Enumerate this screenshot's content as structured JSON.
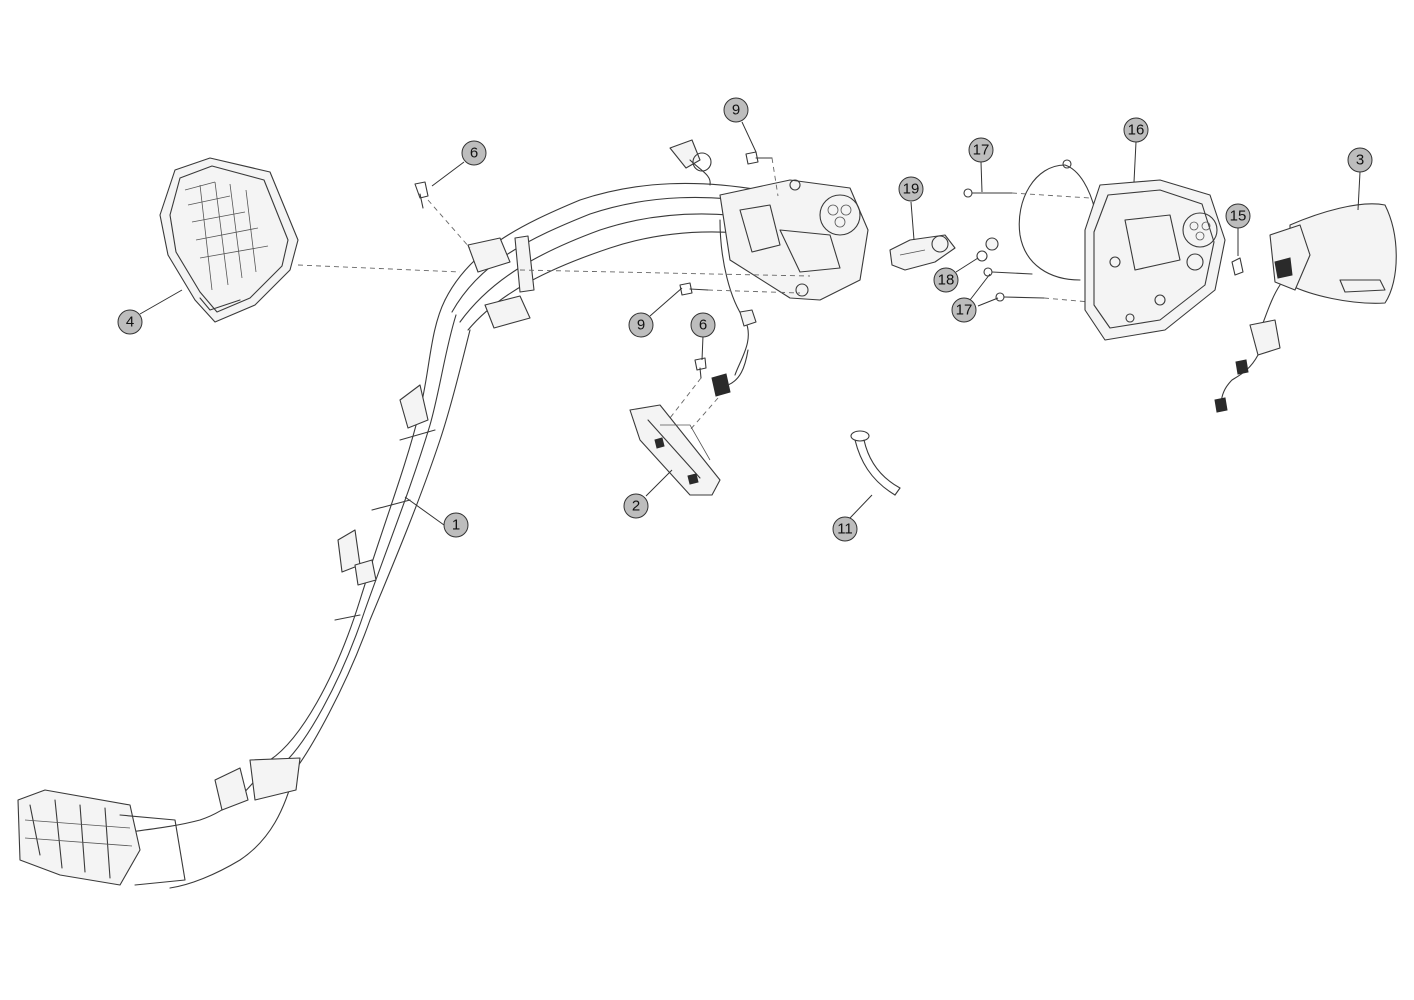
{
  "callouts": [
    {
      "id": "c1",
      "label": "1"
    },
    {
      "id": "c2",
      "label": "2"
    },
    {
      "id": "c3",
      "label": "3"
    },
    {
      "id": "c4",
      "label": "4"
    },
    {
      "id": "c6a",
      "label": "6"
    },
    {
      "id": "c6b",
      "label": "6"
    },
    {
      "id": "c9a",
      "label": "9"
    },
    {
      "id": "c9b",
      "label": "9"
    },
    {
      "id": "c11",
      "label": "11"
    },
    {
      "id": "c15",
      "label": "15"
    },
    {
      "id": "c16",
      "label": "16"
    },
    {
      "id": "c17a",
      "label": "17"
    },
    {
      "id": "c17b",
      "label": "17"
    },
    {
      "id": "c18",
      "label": "18"
    },
    {
      "id": "c19",
      "label": "19"
    }
  ]
}
